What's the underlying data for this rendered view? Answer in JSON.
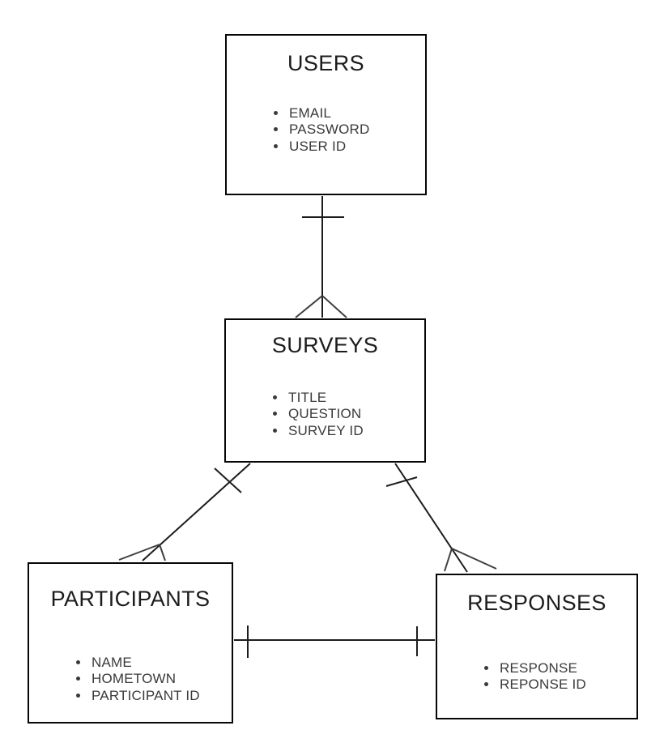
{
  "diagram": {
    "type": "entity-relationship",
    "notation": "crow's foot",
    "background_color": "#ffffff",
    "line_color": "#1c1c1c",
    "border_color": "#060606",
    "title_color": "#1c1c1c",
    "attribute_text_color": "#3a3a3a"
  },
  "entities": [
    {
      "id": "users",
      "name": "USERS",
      "attributes": [
        "EMAIL",
        "PASSWORD",
        "USER ID"
      ]
    },
    {
      "id": "surveys",
      "name": "SURVEYS",
      "attributes": [
        "TITLE",
        "QUESTION",
        "SURVEY ID"
      ]
    },
    {
      "id": "participants",
      "name": "PARTICIPANTS",
      "attributes": [
        "NAME",
        "HOMETOWN",
        "PARTICIPANT ID"
      ]
    },
    {
      "id": "responses",
      "name": "RESPONSES",
      "attributes": [
        "RESPONSE",
        "REPONSE ID"
      ]
    }
  ],
  "relationships": [
    {
      "from": "USERS",
      "to": "SURVEYS",
      "from_cardinality": "one",
      "to_cardinality": "many"
    },
    {
      "from": "SURVEYS",
      "to": "PARTICIPANTS",
      "from_cardinality": "one",
      "to_cardinality": "many"
    },
    {
      "from": "SURVEYS",
      "to": "RESPONSES",
      "from_cardinality": "one",
      "to_cardinality": "many"
    },
    {
      "from": "PARTICIPANTS",
      "to": "RESPONSES",
      "from_cardinality": "one",
      "to_cardinality": "one"
    }
  ]
}
